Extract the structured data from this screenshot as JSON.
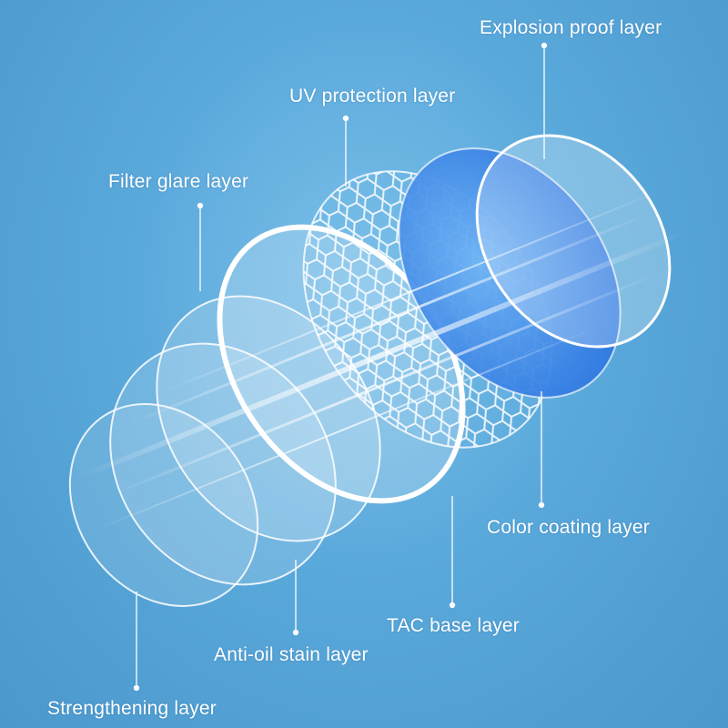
{
  "labels": {
    "explosion_proof": "Explosion proof layer",
    "uv_protection": "UV protection layer",
    "filter_glare": "Filter glare layer",
    "color_coating": "Color coating layer",
    "tac_base": "TAC base layer",
    "anti_oil": "Anti-oil stain layer",
    "strengthening": "Strengthening layer"
  },
  "colors": {
    "background": "#5aa9db",
    "color_coating": "#2f7ee6",
    "text": "#ffffff"
  }
}
